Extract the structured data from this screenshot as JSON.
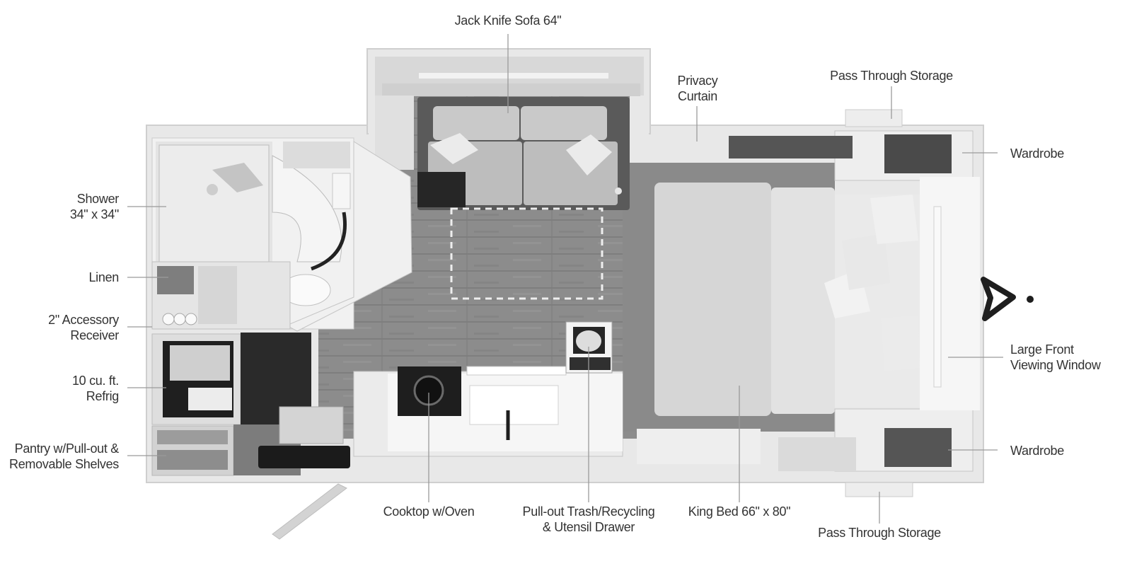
{
  "labels": {
    "sofa": "Jack Knife Sofa 64\"",
    "privacy_1": "Privacy",
    "privacy_2": "Curtain",
    "pass_through_top": "Pass Through Storage",
    "wardrobe_top": "Wardrobe",
    "shower_1": "Shower",
    "shower_2": "34\" x 34\"",
    "linen": "Linen",
    "receiver_1": "2\" Accessory",
    "receiver_2": "Receiver",
    "refrig_1": "10 cu. ft.",
    "refrig_2": "Refrig",
    "pantry_1": "Pantry w/Pull-out &",
    "pantry_2": "Removable Shelves",
    "large_window_1": "Large Front",
    "large_window_2": "Viewing Window",
    "wardrobe_bottom": "Wardrobe",
    "cooktop": "Cooktop w/Oven",
    "trash_1": "Pull-out Trash/Recycling",
    "trash_2": "& Utensil Drawer",
    "bed": "King Bed 66\" x 80\"",
    "pass_through_bottom": "Pass Through Storage"
  },
  "colors": {
    "outer_wall": "#e6e6e6",
    "floor": "#8a8a8a",
    "cabinet": "#f0f0f0",
    "bed": "#d9d9d9",
    "label_text": "#333333",
    "leader_line": "#9a9a9a"
  }
}
